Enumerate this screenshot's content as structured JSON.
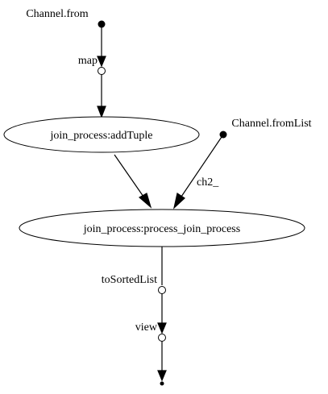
{
  "diagram": {
    "nodes": {
      "channel_from": {
        "label": "Channel.from",
        "kind": "source-point"
      },
      "map_op": {
        "label": "map",
        "kind": "operator-point"
      },
      "add_tuple": {
        "label": "join_process:addTuple",
        "kind": "process"
      },
      "channel_from_list": {
        "label": "Channel.fromList",
        "kind": "source-point"
      },
      "process_join": {
        "label": "join_process:process_join_process",
        "kind": "process"
      },
      "to_sorted_list": {
        "label": "toSortedList",
        "kind": "operator-point"
      },
      "view_op": {
        "label": "view",
        "kind": "operator-point"
      },
      "sink": {
        "label": "",
        "kind": "sink-point"
      }
    },
    "edges": [
      {
        "from": "channel_from",
        "to": "map_op",
        "label": ""
      },
      {
        "from": "map_op",
        "to": "add_tuple",
        "label": ""
      },
      {
        "from": "add_tuple",
        "to": "process_join",
        "label": ""
      },
      {
        "from": "channel_from_list",
        "to": "process_join",
        "label": "ch2_"
      },
      {
        "from": "process_join",
        "to": "to_sorted_list",
        "label": ""
      },
      {
        "from": "to_sorted_list",
        "to": "view_op",
        "label": ""
      },
      {
        "from": "view_op",
        "to": "sink",
        "label": ""
      }
    ]
  }
}
